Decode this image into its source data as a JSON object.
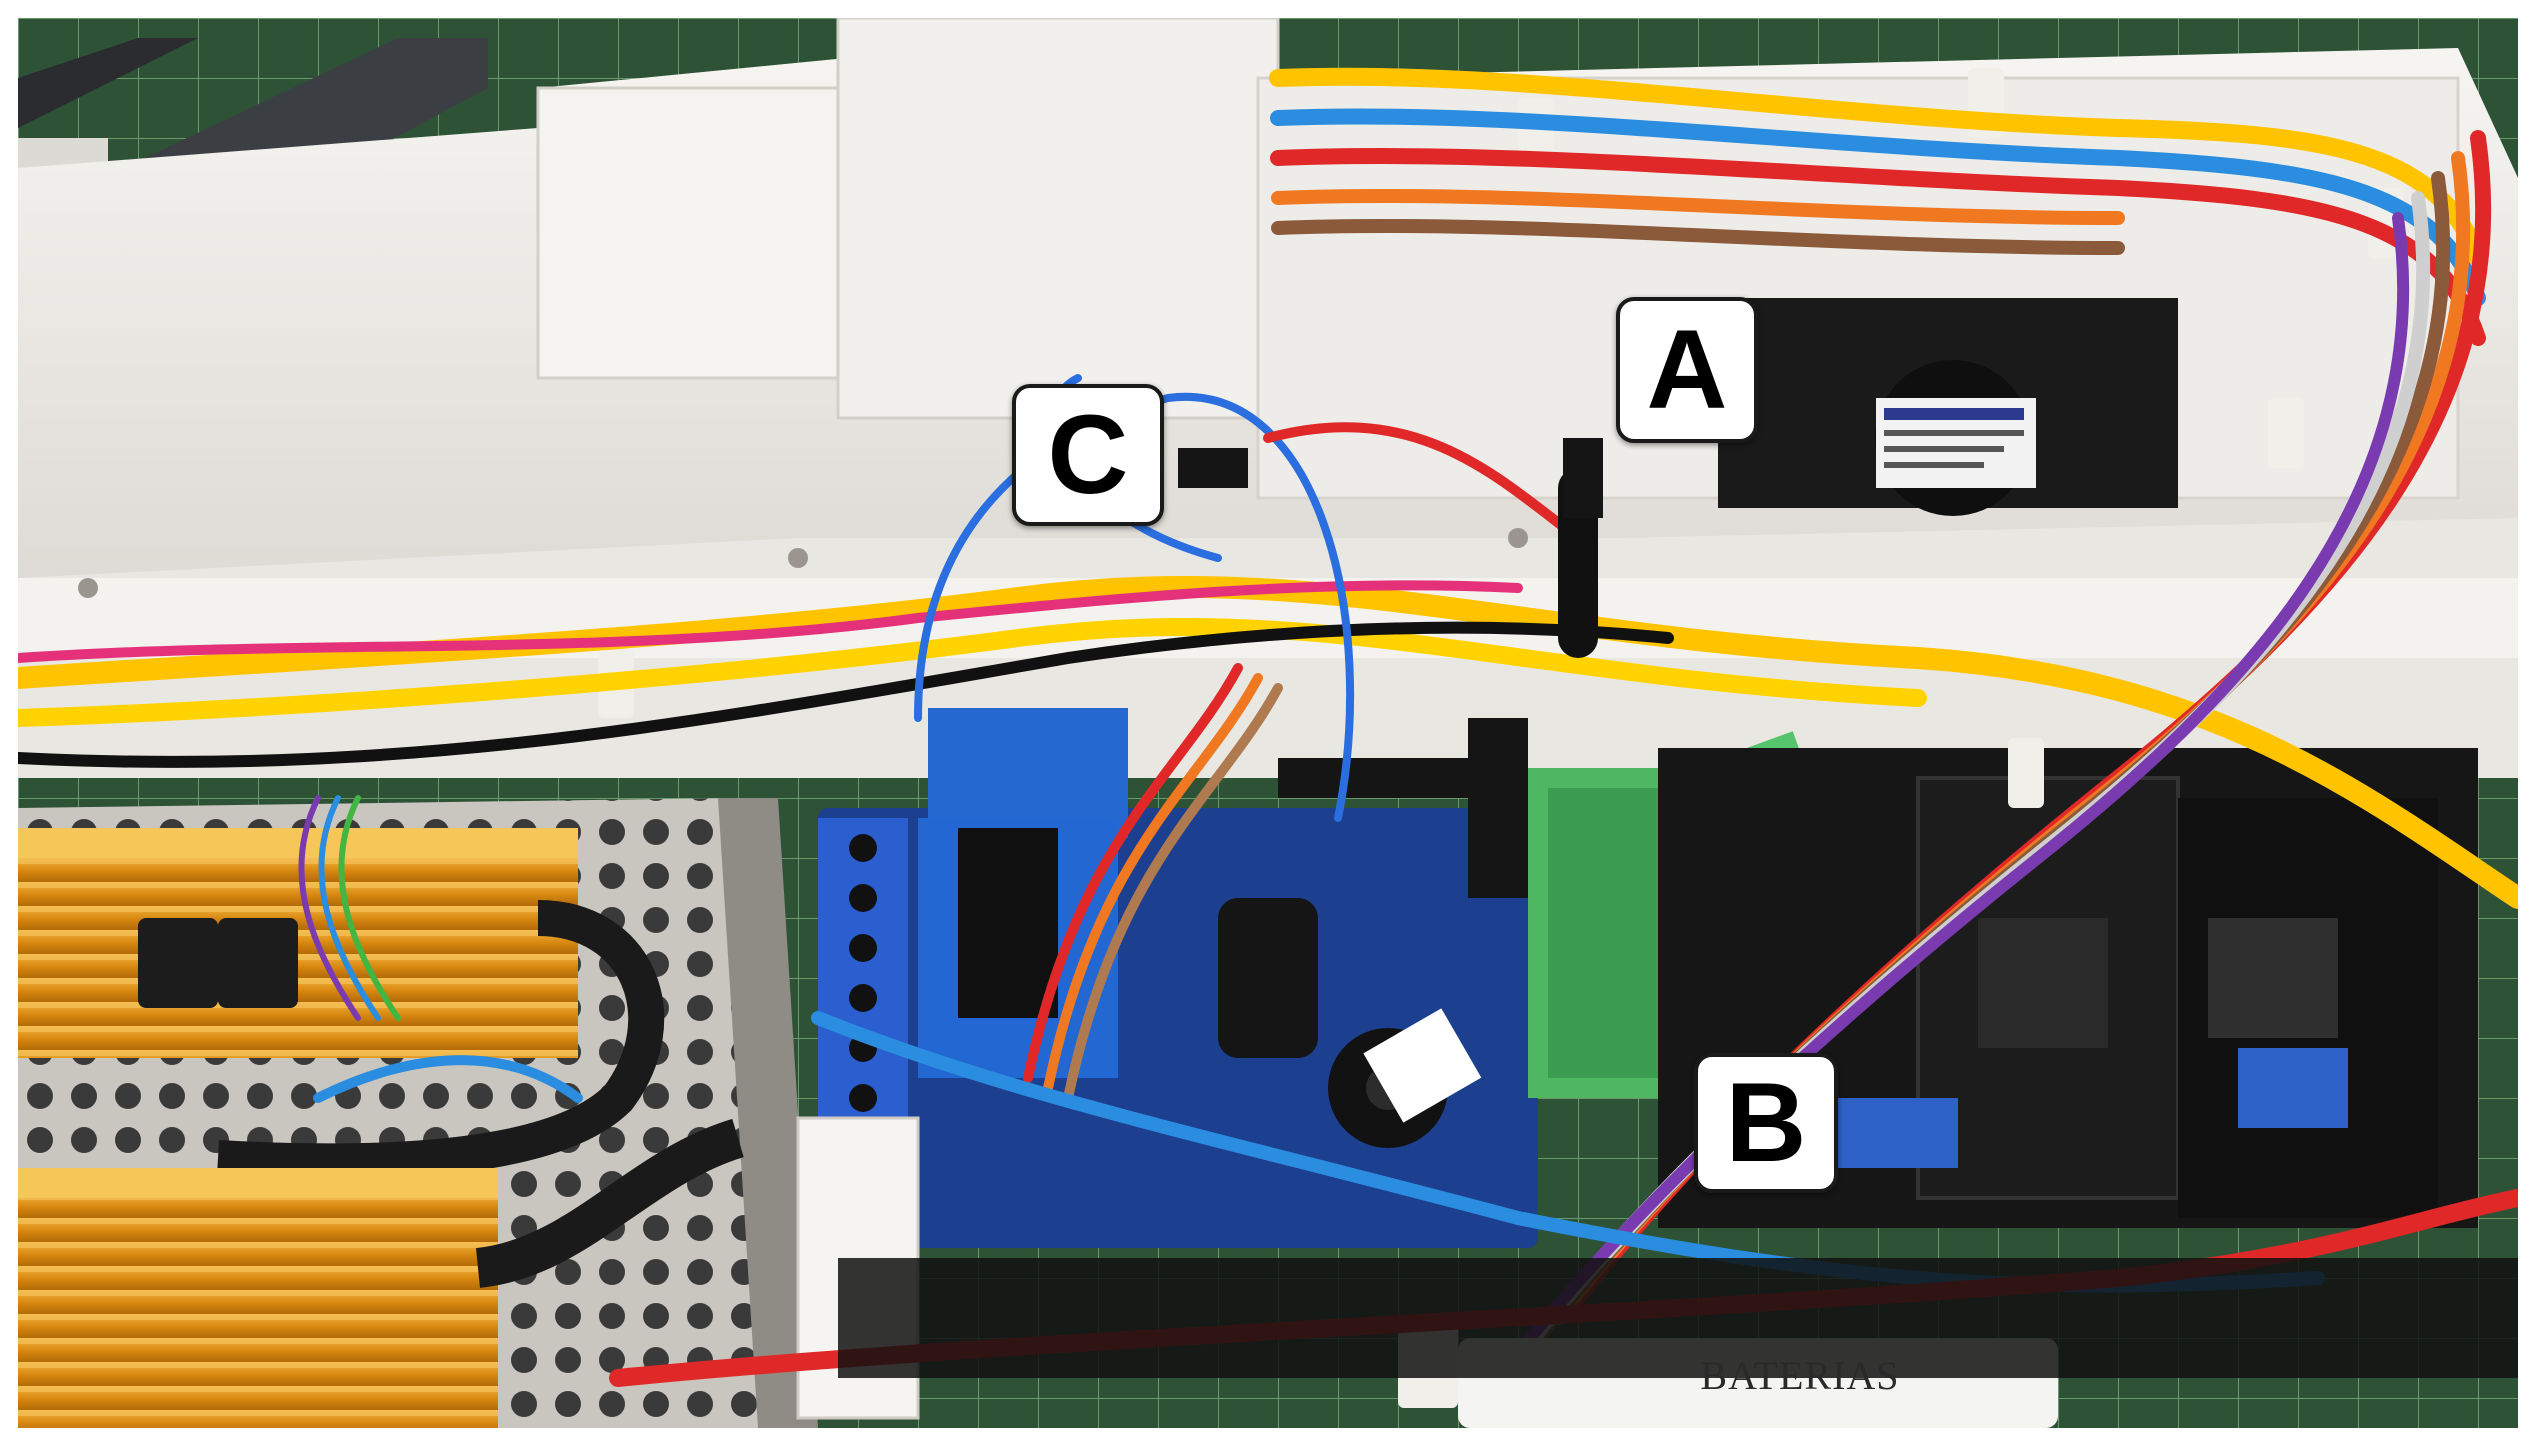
{
  "callouts": {
    "a": "A",
    "b": "B",
    "c": "C"
  },
  "battery_tag": "BATERIAS",
  "icons": [
    "relay-module",
    "cooling-fan",
    "buzzer",
    "power-resistor",
    "dc-converter",
    "cable-tie"
  ],
  "colors": {
    "enclosure": "#f2f0ec",
    "relay_blue": "#1f5fb8",
    "board_blue": "#1d3f8f",
    "resistor_gold": "#e29a1b",
    "terminal_green": "#3fae5a",
    "cutting_mat": "#2e5a3a"
  }
}
